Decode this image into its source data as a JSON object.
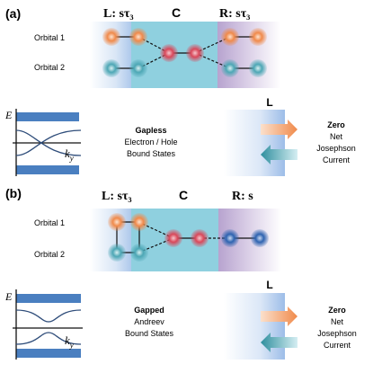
{
  "panel_a": {
    "tag": "(a)",
    "region_left": "L: sτ₃",
    "region_center": "C",
    "region_right": "R: sτ₃",
    "orbital_1": "Orbital 1",
    "orbital_2": "Orbital 2",
    "axis_e": "E",
    "axis_k": "k",
    "axis_k_sub": "y",
    "state_title": "Gapless",
    "state_line1": "Electron / Hole",
    "state_line2": "Bound States",
    "lead_label": "L",
    "current_title": "Zero",
    "current_line1": "Net",
    "current_line2": "Josephson",
    "current_line3": "Current"
  },
  "panel_b": {
    "tag": "(b)",
    "region_left": "L: sτ₃",
    "region_center": "C",
    "region_right": "R: s",
    "orbital_1": "Orbital 1",
    "orbital_2": "Orbital 2",
    "axis_e": "E",
    "axis_k": "k",
    "axis_k_sub": "y",
    "state_title": "Gapped",
    "state_line1": "Andreev",
    "state_line2": "Bound States",
    "lead_label": "L",
    "current_title": "Zero",
    "current_line1": "Net",
    "current_line2": "Josephson",
    "current_line3": "Current"
  },
  "colors": {
    "band_blue": "#4a7fc0",
    "center_cyan": "#8fd0df",
    "right_purple": "#c7b5d8",
    "orange_orbital": "#f08a4b",
    "teal_orbital": "#4da7b5",
    "red_orbital": "#d9485a",
    "blue_orbital": "#2e63b0"
  }
}
